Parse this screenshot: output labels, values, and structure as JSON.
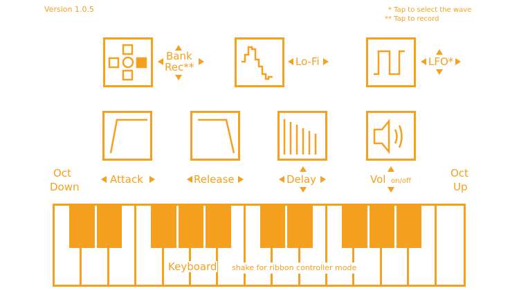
{
  "version": "Version 1.0.5",
  "notes": [
    "* Tap to select the wave",
    "** Tap to record"
  ],
  "controls": {
    "bank": {
      "line1": "Bank",
      "line2": "Rec**"
    },
    "lofi": "Lo-Fi",
    "lfo": "LFO*",
    "attack": "Attack",
    "release": "Release",
    "delay": "Delay",
    "vol": "Vol",
    "vol_toggle": "on/off",
    "oct_down": {
      "line1": "Oct",
      "line2": "Down"
    },
    "oct_up": {
      "line1": "Oct",
      "line2": "Up"
    }
  },
  "keyboard": {
    "label": "Keyboard",
    "hint": "shake for ribbon controller mode",
    "white_keys": 15,
    "black_key_after": [
      0,
      1,
      3,
      4,
      5,
      7,
      8,
      10,
      11,
      12
    ]
  },
  "colors": {
    "accent": "#f5a01e"
  }
}
